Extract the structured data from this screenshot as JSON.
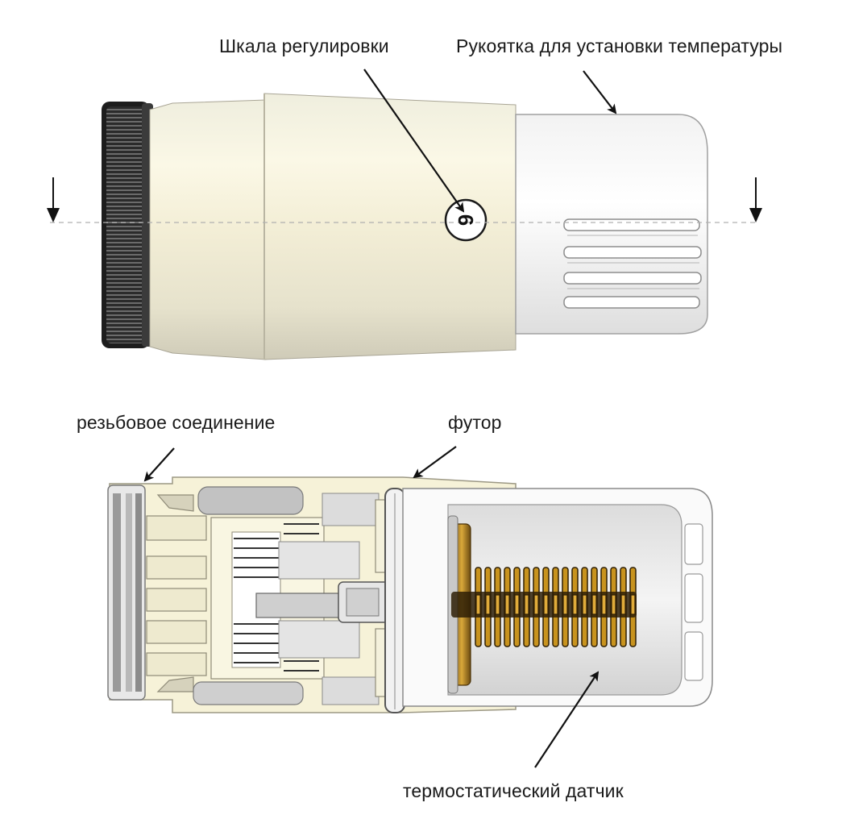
{
  "labels": {
    "scale": "Шкала регулировки",
    "handle": "Рукоятка для установки температуры",
    "thread": "резьбовое соединение",
    "futor": "футор",
    "sensor": "термостатический датчик"
  },
  "dial": {
    "value": "6"
  },
  "colors": {
    "body_light": "#f6f2dc",
    "body_mid": "#e9e3c8",
    "body_shadow": "#c9c3ae",
    "knurl_dark": "#1f1f1f",
    "handle_white": "#fbfbfb",
    "spring_brass": "#b8860b",
    "spring_dark": "#3a2a10",
    "outline": "#8a8a8a"
  }
}
